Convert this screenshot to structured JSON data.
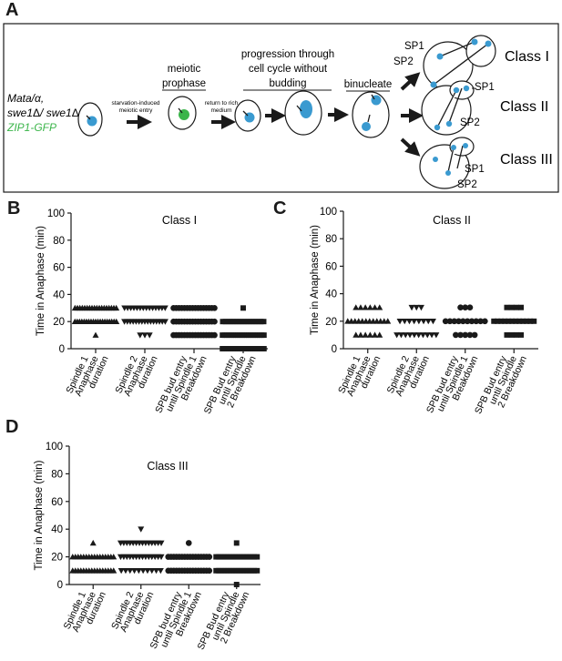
{
  "panels": {
    "a": "A",
    "b": "B",
    "c": "C",
    "d": "D"
  },
  "diagram": {
    "strain_line1": "Mata/α,",
    "strain_line2_a": "swe1",
    "strain_line2_b": "/ swe1",
    "delta": "Δ",
    "strain_line3": "ZIP1-GFP",
    "arrow1_line1": "starvation-induced",
    "arrow1_line2": "meiotic entry",
    "stage2_line1": "meiotic",
    "stage2_line2": "prophase",
    "arrow2_line1": "return to rich",
    "arrow2_line2": "medium",
    "stage3_line1": "progression through",
    "stage3_line2": "cell cycle without",
    "stage3_line3": "budding",
    "stage4": "binucleate",
    "sp1": "SP1",
    "sp2": "SP2",
    "class1": "Class I",
    "class2": "Class II",
    "class3": "Class III",
    "colors": {
      "nucleus_blue": "#3a9ad0",
      "nucleus_green": "#3bb54a",
      "zip1_green": "#3bb54a"
    }
  },
  "chart_data": [
    {
      "id": "B",
      "type": "scatter",
      "title": "Class I",
      "ylabel": "Time in Anaphase (min)",
      "ylim": [
        0,
        100
      ],
      "yticks": [
        0,
        20,
        40,
        60,
        80,
        100
      ],
      "categories": [
        {
          "lines": [
            "Spindle 1",
            "Anaphase",
            "duration"
          ],
          "marker": "triangle-up",
          "values": [
            10,
            20,
            20,
            20,
            20,
            20,
            20,
            20,
            20,
            20,
            20,
            20,
            20,
            20,
            20,
            20,
            20,
            20,
            20,
            20,
            30,
            30,
            30,
            30,
            30,
            30,
            30,
            30,
            30,
            30,
            30,
            30,
            30,
            30,
            30,
            30,
            30,
            30
          ]
        },
        {
          "lines": [
            "Spindle 2",
            "Anaphase",
            "duration"
          ],
          "marker": "triangle-down",
          "values": [
            10,
            10,
            10,
            20,
            20,
            20,
            20,
            20,
            20,
            20,
            20,
            20,
            20,
            20,
            20,
            20,
            20,
            20,
            30,
            30,
            30,
            30,
            30,
            30,
            30,
            30,
            30,
            30,
            30,
            30,
            30,
            30
          ]
        },
        {
          "lines": [
            "SPB bud entry",
            "until  Spindle 1",
            "Breakdown"
          ],
          "marker": "circle",
          "values": [
            10,
            10,
            10,
            10,
            10,
            10,
            10,
            10,
            10,
            10,
            10,
            10,
            10,
            10,
            10,
            10,
            20,
            20,
            20,
            20,
            20,
            20,
            20,
            20,
            20,
            20,
            20,
            20,
            20,
            20,
            20,
            20,
            30,
            30,
            30,
            30,
            30,
            30,
            30,
            30,
            30,
            30,
            30,
            30,
            30,
            30,
            30,
            30
          ]
        },
        {
          "lines": [
            "SPB Bud entry",
            "until Spindle",
            "2 Breakdown"
          ],
          "marker": "square",
          "values": [
            0,
            0,
            0,
            0,
            0,
            0,
            0,
            0,
            0,
            0,
            0,
            0,
            0,
            0,
            0,
            0,
            0,
            0,
            0,
            0,
            10,
            10,
            10,
            10,
            10,
            10,
            10,
            10,
            10,
            10,
            10,
            10,
            10,
            10,
            10,
            10,
            10,
            10,
            10,
            10,
            20,
            20,
            20,
            20,
            20,
            20,
            20,
            20,
            20,
            20,
            20,
            20,
            20,
            20,
            20,
            20,
            30
          ]
        }
      ]
    },
    {
      "id": "C",
      "type": "scatter",
      "title": "Class II",
      "ylabel": "Time in Anaphase (min)",
      "ylim": [
        0,
        100
      ],
      "yticks": [
        0,
        20,
        40,
        60,
        80,
        100
      ],
      "categories": [
        {
          "lines": [
            "Spindle 1",
            "Anaphase",
            "duration"
          ],
          "marker": "triangle-up",
          "values": [
            10,
            10,
            10,
            10,
            10,
            10,
            20,
            20,
            20,
            20,
            20,
            20,
            20,
            20,
            20,
            20,
            20,
            20,
            30,
            30,
            30,
            30,
            30,
            30
          ]
        },
        {
          "lines": [
            "Spindle 2",
            "Anaphase",
            "duration"
          ],
          "marker": "triangle-down",
          "values": [
            10,
            10,
            10,
            10,
            10,
            10,
            10,
            10,
            10,
            10,
            20,
            20,
            20,
            20,
            20,
            20,
            20,
            20,
            30,
            30,
            30
          ]
        },
        {
          "lines": [
            "SPB bud entry",
            "until Spindle 1",
            "Breakdown"
          ],
          "marker": "circle",
          "values": [
            10,
            10,
            10,
            10,
            10,
            20,
            20,
            20,
            20,
            20,
            20,
            20,
            20,
            20,
            20,
            30,
            30,
            30
          ]
        },
        {
          "lines": [
            "SPB Bud entry",
            "until Spindle",
            "2 Breakdown"
          ],
          "marker": "square",
          "values": [
            10,
            10,
            10,
            10,
            20,
            20,
            20,
            20,
            20,
            20,
            20,
            20,
            20,
            20,
            20,
            20,
            30,
            30,
            30,
            30
          ]
        }
      ]
    },
    {
      "id": "D",
      "type": "scatter",
      "title": "Class III",
      "ylabel": "Time in Anaphase (min)",
      "ylim": [
        0,
        100
      ],
      "yticks": [
        0,
        20,
        40,
        60,
        80,
        100
      ],
      "categories": [
        {
          "lines": [
            "Spindle 1",
            "Anaphase",
            "duration"
          ],
          "marker": "triangle-up",
          "values": [
            10,
            10,
            10,
            10,
            10,
            10,
            10,
            10,
            10,
            10,
            10,
            10,
            10,
            10,
            10,
            10,
            20,
            20,
            20,
            20,
            20,
            20,
            20,
            20,
            20,
            20,
            20,
            20,
            20,
            20,
            20,
            20,
            30
          ]
        },
        {
          "lines": [
            "Spindle 2",
            "Anaphase",
            "duration"
          ],
          "marker": "triangle-down",
          "values": [
            10,
            10,
            10,
            10,
            10,
            10,
            10,
            10,
            10,
            10,
            20,
            20,
            20,
            20,
            20,
            20,
            20,
            20,
            20,
            20,
            20,
            20,
            20,
            20,
            30,
            30,
            30,
            30,
            30,
            30,
            30,
            30,
            30,
            30,
            30,
            30,
            30,
            30,
            40
          ]
        },
        {
          "lines": [
            "SPB bud entry",
            "until  Spindle 1",
            "Breakdown"
          ],
          "marker": "circle",
          "values": [
            10,
            10,
            10,
            10,
            10,
            10,
            10,
            10,
            10,
            10,
            10,
            10,
            10,
            10,
            10,
            10,
            20,
            20,
            20,
            20,
            20,
            20,
            20,
            20,
            20,
            20,
            20,
            20,
            20,
            20,
            20,
            20,
            30
          ]
        },
        {
          "lines": [
            "SPB Bud entry",
            "until Spindle",
            "2 Breakdown"
          ],
          "marker": "square",
          "values": [
            0,
            10,
            10,
            10,
            10,
            10,
            10,
            10,
            10,
            10,
            10,
            10,
            10,
            10,
            10,
            10,
            10,
            20,
            20,
            20,
            20,
            20,
            20,
            20,
            20,
            20,
            20,
            20,
            20,
            20,
            20,
            20,
            20,
            30
          ]
        }
      ]
    }
  ]
}
